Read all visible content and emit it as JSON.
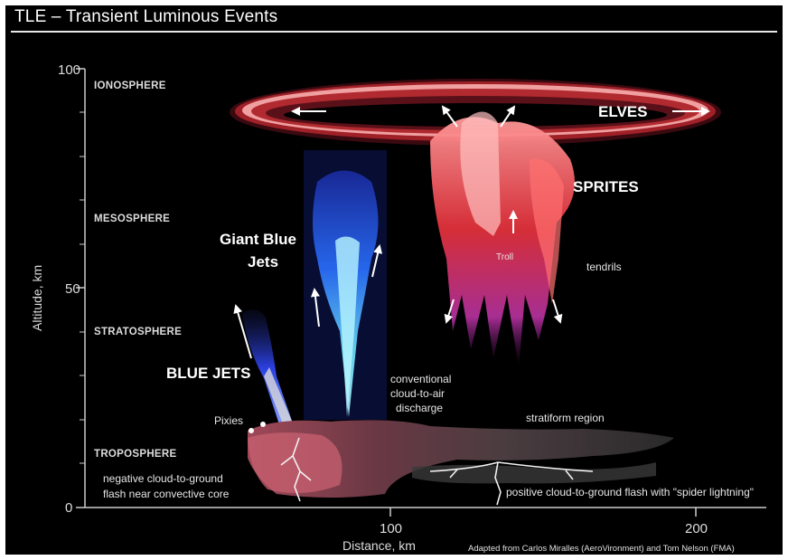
{
  "title": "TLE – Transient Luminous Events",
  "axes": {
    "y_title": "Altitude, km",
    "x_title": "Distance, km",
    "y_ticks": [
      "100",
      "50",
      "0"
    ],
    "x_ticks": [
      "100",
      "200"
    ]
  },
  "layers": {
    "ionosphere": "IONOSPHERE",
    "mesosphere": "MESOSPHERE",
    "stratosphere": "STRATOSPHERE",
    "troposphere": "TROPOSPHERE"
  },
  "labels": {
    "elves": "ELVES",
    "sprites": "SPRITES",
    "troll": "Troll",
    "tendrils": "tendrils",
    "giant_blue_jets_1": "Giant Blue",
    "giant_blue_jets_2": "Jets",
    "blue_jets": "BLUE JETS",
    "pixies": "Pixies",
    "conventional_1": "conventional",
    "conventional_2": "cloud-to-air",
    "conventional_3": "discharge",
    "stratiform": "stratiform region",
    "negative_1": "negative cloud-to-ground",
    "negative_2": "flash near convective core",
    "positive": "positive cloud-to-ground flash with \"spider lightning\"",
    "credit": "Adapted from Carlos Miralles (AeroVironment) and Tom Nelson (FMA)"
  },
  "colors": {
    "background": "#000000",
    "elves": "#c8303a",
    "sprites_top": "#ff5a5a",
    "sprites_bottom": "#a02a90",
    "blue_jet": "#2a4cff",
    "giant_jet_core": "#7fe8ff"
  }
}
